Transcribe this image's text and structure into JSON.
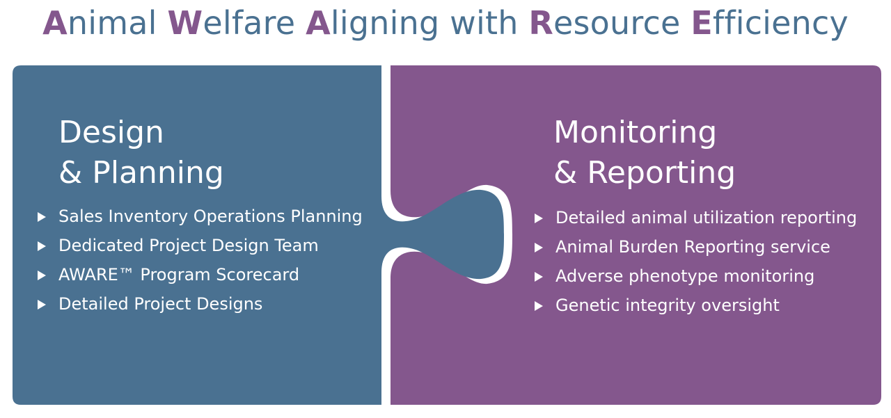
{
  "title": {
    "parts": [
      {
        "text": "A",
        "highlight": true
      },
      {
        "text": "nimal ",
        "highlight": false
      },
      {
        "text": "W",
        "highlight": true
      },
      {
        "text": "elfare ",
        "highlight": false
      },
      {
        "text": "A",
        "highlight": true
      },
      {
        "text": "ligning with ",
        "highlight": false
      },
      {
        "text": "R",
        "highlight": true
      },
      {
        "text": "esource ",
        "highlight": false
      },
      {
        "text": "E",
        "highlight": true
      },
      {
        "text": "fficiency",
        "highlight": false
      }
    ]
  },
  "left_panel": {
    "heading_line1": "Design",
    "heading_line2": "& Planning",
    "items": [
      "Sales Inventory Operations Planning",
      "Dedicated Project Design Team",
      "AWARE™ Program Scorecard",
      "Detailed Project Designs"
    ]
  },
  "right_panel": {
    "heading_line1": "Monitoring",
    "heading_line2": "& Reporting",
    "items": [
      "Detailed animal utilization reporting",
      "Animal Burden Reporting service",
      "Adverse phenotype monitoring",
      "Genetic integrity oversight"
    ]
  },
  "colors": {
    "blue": "#4a7191",
    "purple": "#84578d",
    "white": "#ffffff"
  }
}
